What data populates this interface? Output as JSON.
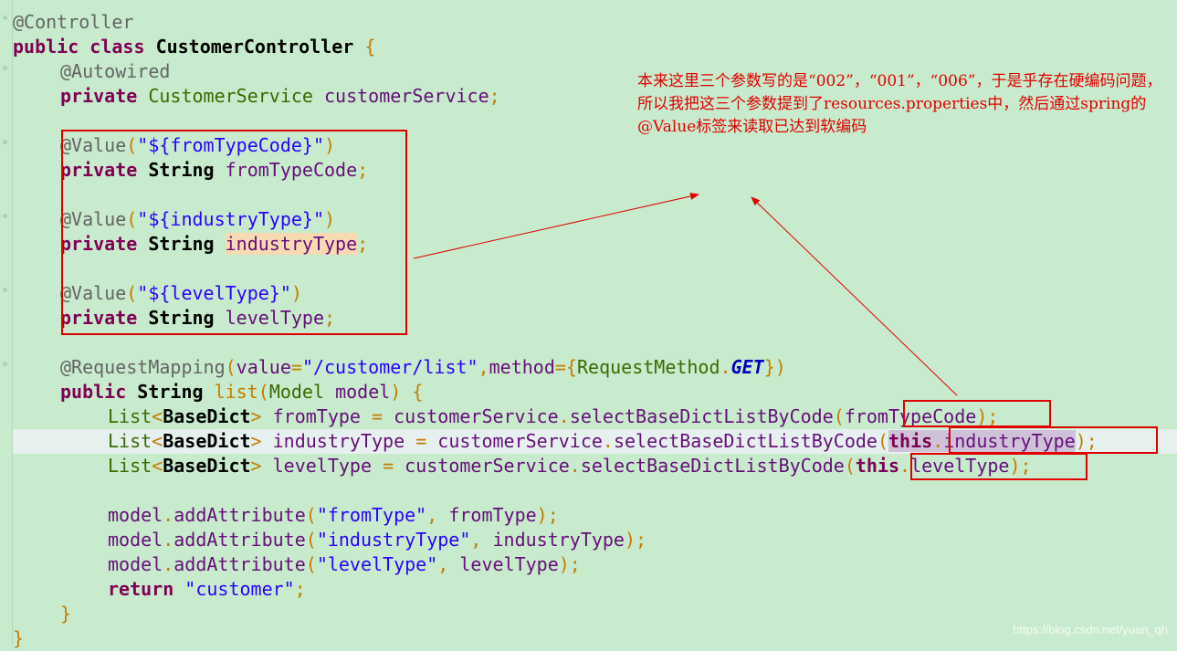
{
  "code": {
    "l1": "@Controller",
    "l2_kw1": "public",
    "l2_kw2": "class",
    "l2_cls": "CustomerController",
    "l2_brace": "{",
    "l3": "@Autowired",
    "l4_kw": "private",
    "l4_type": "CustomerService",
    "l4_var": "customerService",
    "l6_ann": "@Value",
    "l6_str": "\"${fromTypeCode}\"",
    "l7_kw": "private",
    "l7_type": "String",
    "l7_var": "fromTypeCode",
    "l9_ann": "@Value",
    "l9_str": "\"${industryType}\"",
    "l10_kw": "private",
    "l10_type": "String",
    "l10_var": "industryType",
    "l12_ann": "@Value",
    "l12_str": "\"${levelType}\"",
    "l13_kw": "private",
    "l13_type": "String",
    "l13_var": "levelType",
    "l15_ann": "@RequestMapping",
    "l15_value": "value",
    "l15_str": "\"/customer/list\"",
    "l15_method": "method",
    "l15_rm": "RequestMethod",
    "l15_get": "GET",
    "l16_kw": "public",
    "l16_type": "String",
    "l16_name": "list",
    "l16_ptype": "Model",
    "l16_pname": "model",
    "list": "List",
    "basedict": "BaseDict",
    "l17_var": "fromType",
    "service": "customerService",
    "select": "selectBaseDictListByCode",
    "l17_arg": "fromTypeCode",
    "l18_var": "industryType",
    "this": "this",
    "l18_arg": "industryType",
    "l19_var": "levelType",
    "l19_arg": "levelType",
    "model": "model",
    "add": "addAttribute",
    "a1_str": "\"fromType\"",
    "a1_var": "fromType",
    "a2_str": "\"industryType\"",
    "a2_var": "industryType",
    "a3_str": "\"levelType\"",
    "a3_var": "levelType",
    "ret_kw": "return",
    "ret_str": "\"customer\""
  },
  "annotation_note": "本来这里三个参数写的是“002”，“001”，“006”，于是乎存在硬编码问题，所以我把这三个参数提到了resources.properties中，然后通过spring的@Value标签来读取已达到软编码",
  "watermark": "https://blog.csdn.net/yuan_qh",
  "colors": {
    "background": "#c7ebcc",
    "current_line": "#e6f0ee",
    "annotation_red": "#e00000"
  }
}
